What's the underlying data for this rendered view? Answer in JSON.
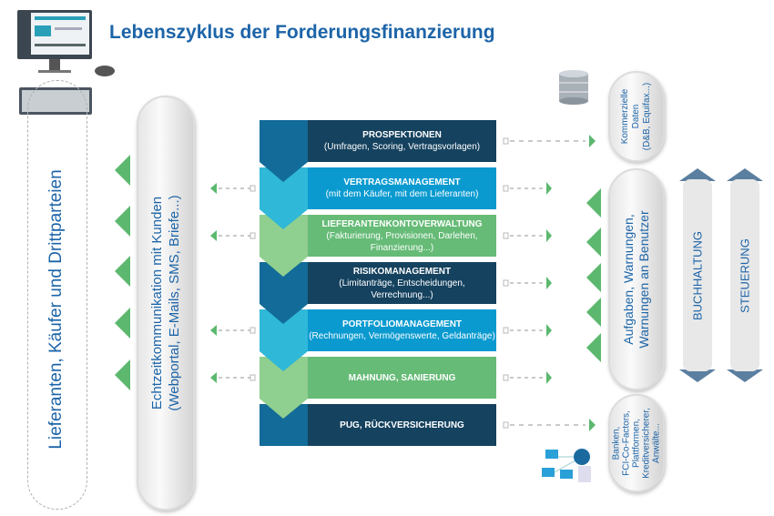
{
  "title": "Lebenszyklus der Forderungsfinanzierung",
  "left_label": "Lieferanten, Käufer und Drittparteien",
  "comm_pill": {
    "line1": "Echtzeitkommunikation mit Kunden",
    "line2": "(Webportal, E-Mails, SMS, Briefe...)"
  },
  "steps": [
    {
      "title": "PROSPEKTIONEN",
      "sub": "(Umfragen, Scoring, Vertragsvorlagen)"
    },
    {
      "title": "VERTRAGSMANAGEMENT",
      "sub": "(mit dem Käufer, mit dem Lieferanten)"
    },
    {
      "title": "LIEFERANTENKONTOVERWALTUNG",
      "sub": "(Fakturierung, Provisionen, Darlehen, Finanzierung...)"
    },
    {
      "title": "RISIKOMANAGEMENT",
      "sub": "(Limitanträge, Entscheidungen, Verrechnung...)"
    },
    {
      "title": "PORTFOLIOMANAGEMENT",
      "sub": "(Rechnungen, Vermögenswerte, Geldanträge)"
    },
    {
      "title": "MAHNUNG, SANIERUNG",
      "sub": ""
    },
    {
      "title": "PUG, RÜCKVERSICHERUNG",
      "sub": ""
    }
  ],
  "right": {
    "data_pill": {
      "line1": "Kommerzielle",
      "line2": "Daten",
      "line3": "(D&B, Equifax...)"
    },
    "tasks_pill": {
      "line1": "Aufgaben, Warnungen,",
      "line2": "Warnungen an Benutzer"
    },
    "partners_pill": {
      "line1": "Banken,",
      "line2": "FCI-Co-Factors,",
      "line3": "Plattformen,",
      "line4": "Kreditversicherer,",
      "line5": "Anwälte..."
    },
    "buchhaltung": "BUCHHALTUNG",
    "steuerung": "STEUERUNG"
  },
  "colors": {
    "accent": "#1c64a8",
    "arrow_green": "#5cb86e",
    "navy": "#15425f",
    "blue": "#0a9ad0",
    "green": "#66bb77"
  },
  "icons": [
    "computer-icon",
    "mouse-icon",
    "keyboard-icon",
    "database-icon",
    "network-icon"
  ]
}
